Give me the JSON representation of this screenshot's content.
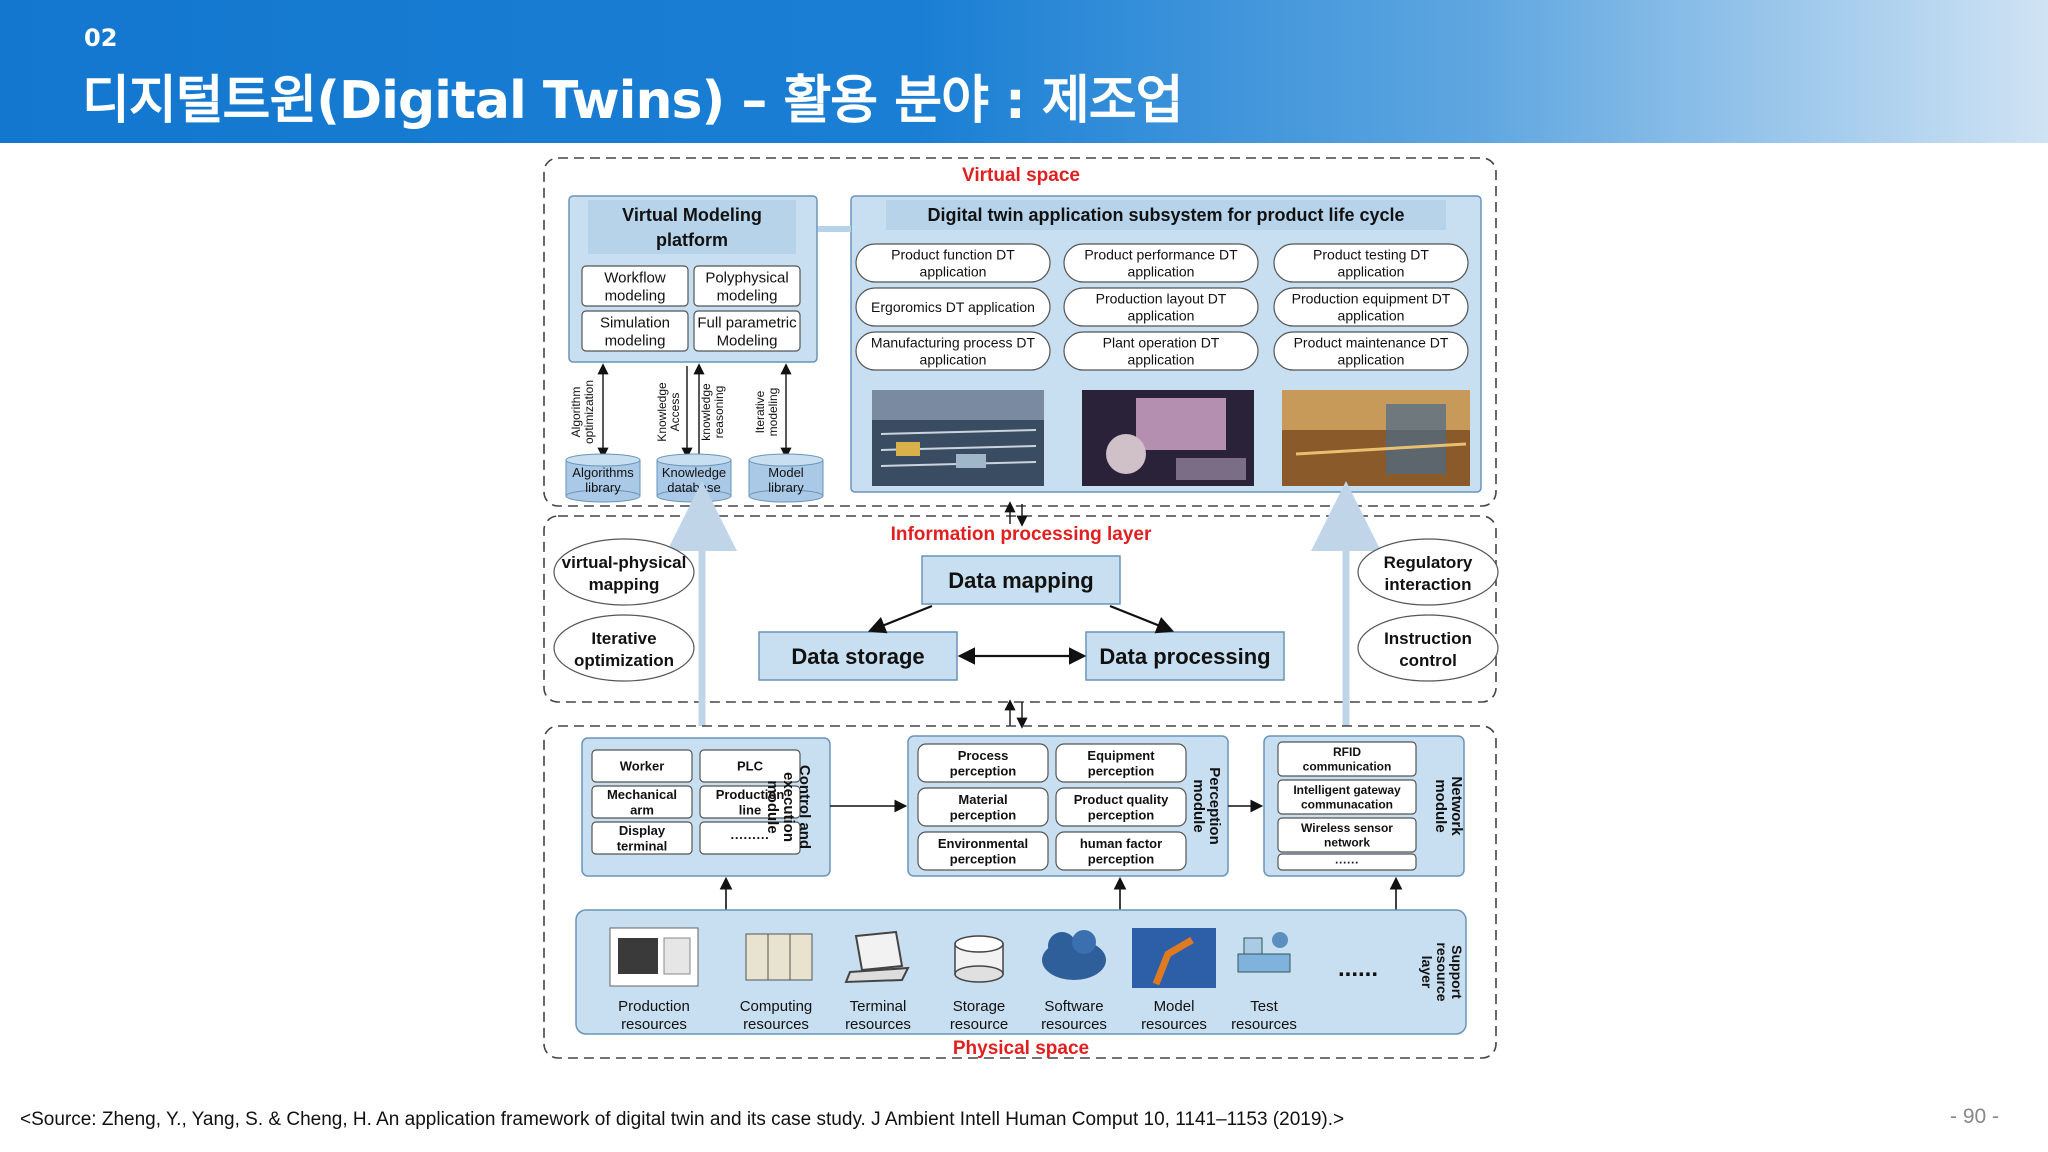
{
  "header": {
    "section_number": "02",
    "title": "디지털트윈(Digital Twins) – 활용 분야 : 제조업"
  },
  "diagram": {
    "virtual_space": {
      "title": "Virtual space",
      "modeling_platform": {
        "title_line1": "Virtual Modeling",
        "title_line2": "platform",
        "items": [
          [
            "Workflow",
            "modeling"
          ],
          [
            "Polyphysical",
            "modeling"
          ],
          [
            "Simulation",
            "modeling"
          ],
          [
            "Full parametric",
            "Modeling"
          ]
        ]
      },
      "arrow_labels": [
        [
          "Algorithm",
          "optimization"
        ],
        [
          "Knowledge",
          "Access"
        ],
        [
          "knowledge",
          "reasoning"
        ],
        [
          "Iterative",
          "modeling"
        ]
      ],
      "libraries": [
        [
          "Algorithms",
          "library"
        ],
        [
          "Knowledge",
          "database"
        ],
        [
          "Model",
          "library"
        ]
      ],
      "subsystem": {
        "title": "Digital twin application subsystem for product life cycle",
        "apps": [
          [
            "Product function DT",
            "application"
          ],
          [
            "Product performance DT",
            "application"
          ],
          [
            "Product testing DT",
            "application"
          ],
          [
            "Ergoromics DT application",
            ""
          ],
          [
            "Production layout DT",
            "application"
          ],
          [
            "Production equipment DT",
            "application"
          ],
          [
            "Manufacturing process DT",
            "application"
          ],
          [
            "Plant operation DT",
            "application"
          ],
          [
            "Product maintenance DT",
            "application"
          ]
        ]
      }
    },
    "information_layer": {
      "title": "Information processing layer",
      "data_mapping": "Data mapping",
      "data_storage": "Data storage",
      "data_processing": "Data processing",
      "left_items": [
        [
          "virtual-physical",
          "mapping"
        ],
        [
          "Iterative",
          "optimization"
        ]
      ],
      "right_items": [
        [
          "Regulatory",
          "interaction"
        ],
        [
          "Instruction",
          "control"
        ]
      ]
    },
    "physical_space": {
      "title": "Physical space",
      "control_module": {
        "label_line1": "Control and",
        "label_line2": "execution",
        "label_line3": "module",
        "items": [
          [
            "Worker",
            ""
          ],
          [
            "PLC",
            ""
          ],
          [
            "Mechanical",
            "arm"
          ],
          [
            "Production",
            "line"
          ],
          [
            "Display",
            "terminal"
          ],
          [
            "·········",
            ""
          ]
        ]
      },
      "perception_module": {
        "label_line1": "Perception",
        "label_line2": "module",
        "items": [
          [
            "Process",
            "perception"
          ],
          [
            "Equipment",
            "perception"
          ],
          [
            "Material",
            "perception"
          ],
          [
            "Product quality",
            "perception"
          ],
          [
            "Environmental",
            "perception"
          ],
          [
            "human factor",
            "perception"
          ]
        ]
      },
      "network_module": {
        "label_line1": "Network",
        "label_line2": "module",
        "items": [
          [
            "RFID",
            "communication"
          ],
          [
            "Intelligent gateway",
            "communacation"
          ],
          [
            "Wireless sensor",
            "network"
          ],
          [
            "······",
            ""
          ]
        ]
      },
      "support_layer": {
        "label_line1": "Support",
        "label_line2": "resource",
        "label_line3": "layer",
        "ellipsis": "......",
        "resources": [
          [
            "Production",
            "resources"
          ],
          [
            "Computing",
            "resources"
          ],
          [
            "Terminal",
            "resources"
          ],
          [
            "Storage",
            "resource"
          ],
          [
            "Software",
            "resources"
          ],
          [
            "Model",
            "resources"
          ],
          [
            "Test",
            "resources"
          ]
        ]
      }
    }
  },
  "footer": {
    "source": "<Source: Zheng, Y., Yang, S. & Cheng, H. An application framework of digital twin and its case study. J Ambient Intell Human Comput 10, 1141–1153 (2019).>",
    "page": "- 90 -"
  },
  "colors": {
    "header_blue": "#1377cf",
    "panel_fill": "#c7dff0",
    "panel_stroke": "#6a93b8",
    "red_title": "#e02020"
  }
}
